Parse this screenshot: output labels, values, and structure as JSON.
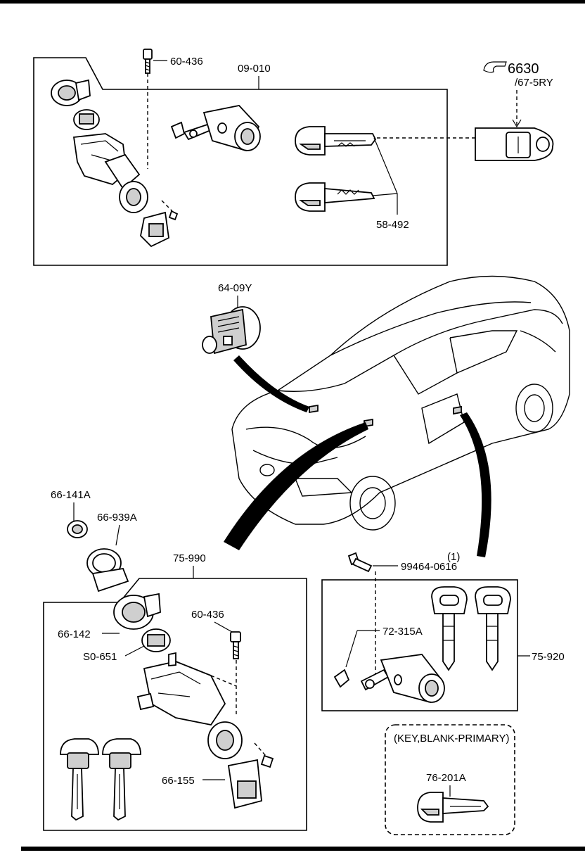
{
  "labels": {
    "top_bolt": "60-436",
    "top_set": "09-010",
    "remote_ref": "6630",
    "remote_part": "/67-5RY",
    "keys_top": "58-492",
    "door_cyl": "64-09Y",
    "cap": "66-141A",
    "ring": "66-939A",
    "ign_set": "75-990",
    "ign_housing": "66-142",
    "ign_ring": "S0-651",
    "ign_bolt": "60-436",
    "ign_switch": "66-155",
    "screw_qty": "(1)",
    "screw": "99464-0616",
    "door_lever": "72-315A",
    "door_set": "75-920",
    "blank_note": "(KEY,BLANK-PRIMARY)",
    "blank_key": "76-201A"
  },
  "icons": {
    "remote_ref_icon": "hand-pointer-icon"
  }
}
